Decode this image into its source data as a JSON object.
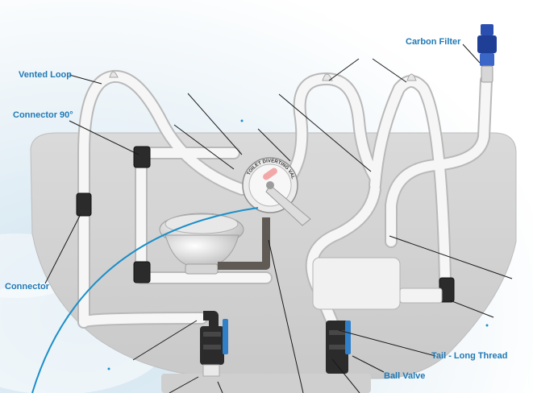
{
  "labels": {
    "carbon_filter": "Carbon Filter",
    "vented_loop": "Vented Loop",
    "connector_90": "Connector 90°",
    "connector": "Connector",
    "tail_long_thread": "Tail - Long Thread",
    "ball_valve": "Ball Valve"
  },
  "valve_text": "TOILET DIVERTING VALVE",
  "colors": {
    "label_text": "#1f79b5",
    "hull": "#d4d4d4",
    "hose": "#f4f4f4",
    "fitting": "#2a2a2a",
    "valve_handle": "#2f7fc9",
    "filter": "#2b4fb0",
    "accent_line": "#1b8fc9"
  }
}
